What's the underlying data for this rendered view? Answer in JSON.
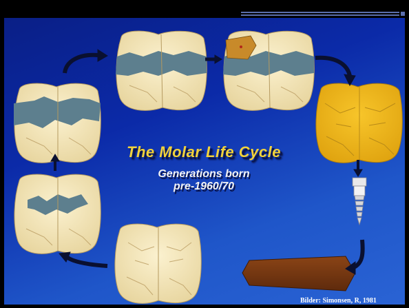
{
  "slide": {
    "title": "The Molar Life Cycle",
    "subtitle_line1": "Generations born",
    "subtitle_line2": "pre-1960/70",
    "credit": "Bilder: Simonsen, R, 1981"
  },
  "colors": {
    "background": "#1240b8",
    "tooth": "#f4e7b8",
    "filling": "#5d7f8e",
    "decay": "#c88a2a",
    "crown": "#f0b81a",
    "coffin": "#7a3a12",
    "arrow": "#0a1030",
    "title": "#f2d23a"
  },
  "cycle_stages": [
    {
      "stage": "healthy-molar",
      "icon": "tooth-icon"
    },
    {
      "stage": "small-filling",
      "icon": "tooth-filling-icon"
    },
    {
      "stage": "larger-filling",
      "icon": "tooth-filling-icon"
    },
    {
      "stage": "extensive-filling",
      "icon": "tooth-filling-icon"
    },
    {
      "stage": "recurrent-decay",
      "icon": "tooth-decay-icon"
    },
    {
      "stage": "gold-crown",
      "icon": "crown-icon"
    },
    {
      "stage": "implant",
      "icon": "implant-icon"
    },
    {
      "stage": "coffin",
      "icon": "coffin-icon"
    }
  ]
}
